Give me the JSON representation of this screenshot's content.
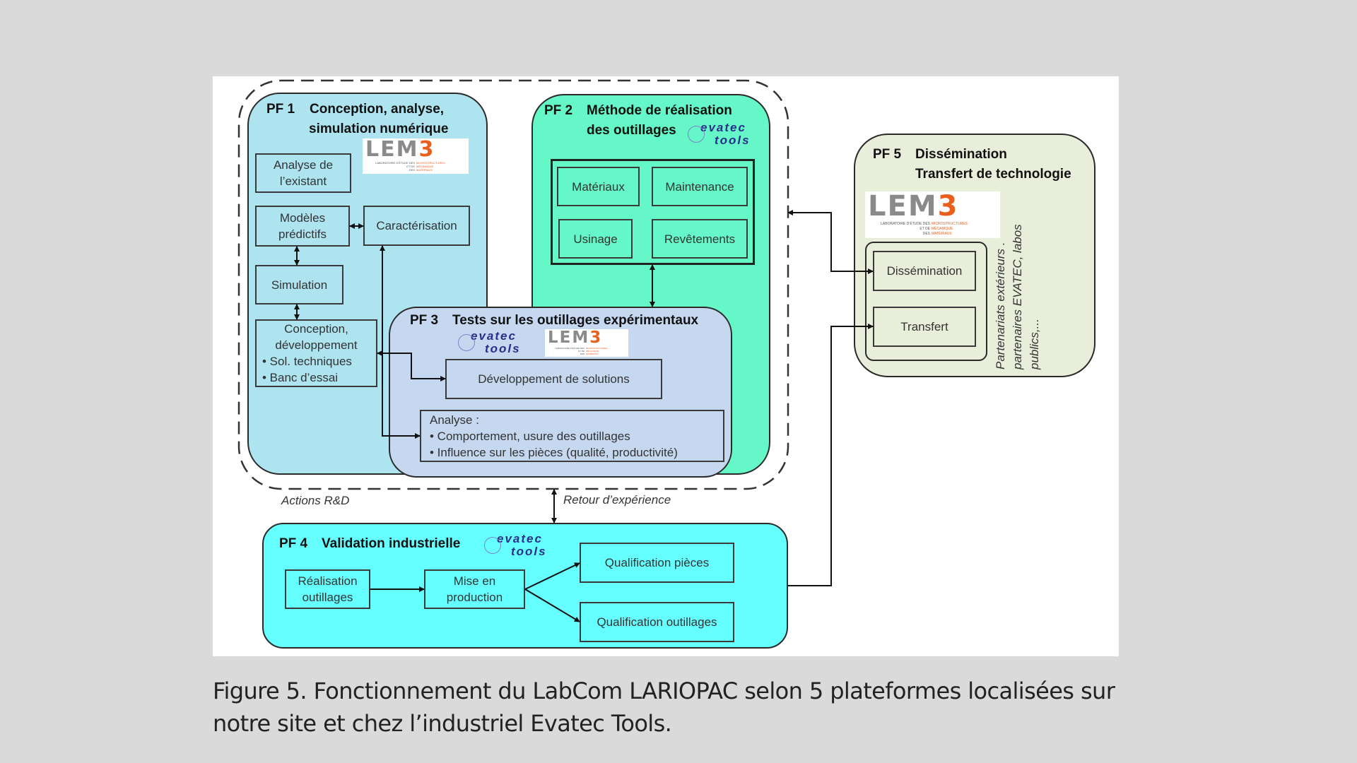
{
  "diagram": {
    "pf1": {
      "number": "PF 1",
      "title_line1": "Conception, analyse,",
      "title_line2": "simulation numérique",
      "logo": "LEM3",
      "boxes": {
        "analyse": "Analyse de l’existant",
        "modeles": "Modèles prédictifs",
        "caracterisation": "Caractérisation",
        "simulation": "Simulation",
        "conception_title": "Conception, développement",
        "conception_bullets": [
          "• Sol. techniques",
          "• Banc d’essai"
        ]
      }
    },
    "pf2": {
      "number": "PF 2",
      "title_line1": "Méthode de réalisation",
      "title_line2": "des outillages",
      "logo": "evatec tools",
      "boxes": [
        "Matériaux",
        "Maintenance",
        "Usinage",
        "Revêtements"
      ]
    },
    "pf3": {
      "number": "PF 3",
      "title": "Tests sur les outillages expérimentaux",
      "logos": [
        "evatec tools",
        "LEM3"
      ],
      "dev_box": "Développement de solutions",
      "analyse_title": "Analyse :",
      "analyse_bullets": [
        "• Comportement, usure des outillages",
        "• Influence sur les pièces (qualité, productivité)"
      ]
    },
    "pf4": {
      "number": "PF 4",
      "title": "Validation industrielle",
      "logo": "evatec tools",
      "boxes": {
        "realisation": "Réalisation outillages",
        "mise": "Mise en production",
        "qual_pieces": "Qualification pièces",
        "qual_outillages": "Qualification outillages"
      }
    },
    "pf5": {
      "number": "PF 5",
      "title_line1": "Dissémination",
      "title_line2": "Transfert de technologie",
      "logo": "LEM3",
      "boxes": [
        "Dissémination",
        "Transfert"
      ],
      "side_text": [
        "Partenariats extérieurs .",
        "partenaires EVATEC, labos",
        "publics,..."
      ]
    },
    "labels": {
      "actions": "Actions R&D",
      "retour": "Retour d’expérience"
    },
    "lem3_logo": {
      "letters": "LEM",
      "three": "3",
      "sub_left": [
        "LABORATOIRE D’ÉTUDE DES",
        "ET DE",
        "DES"
      ],
      "sub_right": [
        "MICROSTRUCTURES",
        "MÉCANIQUE",
        "MATÉRIAUX"
      ]
    },
    "evatec_logo": {
      "line1": "evatec",
      "line2": "tools"
    },
    "colors": {
      "pf1": "#ade4f0",
      "pf2": "#66f7c9",
      "pf3": "#c5d8f0",
      "pf4": "#66ffff",
      "pf5": "#e9eedb",
      "lem3_orange": "#e8601c",
      "evatec_blue": "#2a2d8a"
    }
  },
  "caption": {
    "line1": "Figure 5. Fonctionnement du LabCom LARIOPAC selon 5 plateformes localisées sur",
    "line2": "notre site et chez l’industriel Evatec Tools."
  }
}
